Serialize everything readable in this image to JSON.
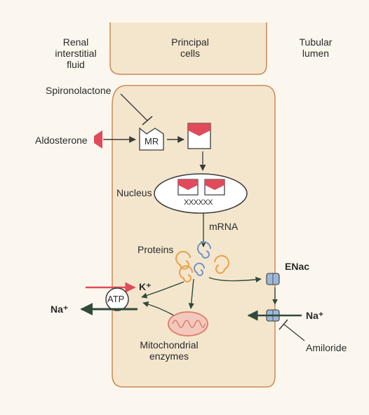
{
  "headers": {
    "left": "Renal\ninterstitial\nfluid",
    "center": "Principal\ncells",
    "right": "Tubular\nlumen"
  },
  "labels": {
    "spironolactone": "Spironolactone",
    "aldosterone": "Aldosterone",
    "mr": "MR",
    "nucleus": "Nucleus",
    "dna": "XXXXXX",
    "mrna": "mRNA",
    "proteins": "Proteins",
    "enac": "ENac",
    "k": "K⁺",
    "na_left": "Na⁺",
    "na_right": "Na⁺",
    "atp": "ATP",
    "mito": "Mitochondrial\nenzymes",
    "amiloride": "Amiloride"
  },
  "colors": {
    "cell_fill": "#f4e6cd",
    "cell_stroke": "#c98a55",
    "receptor_red": "#e04a5a",
    "arrow": "#3a3a3a",
    "dark_arrow": "#2f4a3a",
    "channel_blue": "#9cb8d8",
    "protein_orange": "#e8a24a",
    "protein_blue": "#6f95c6",
    "mito": "#e07a6a"
  }
}
